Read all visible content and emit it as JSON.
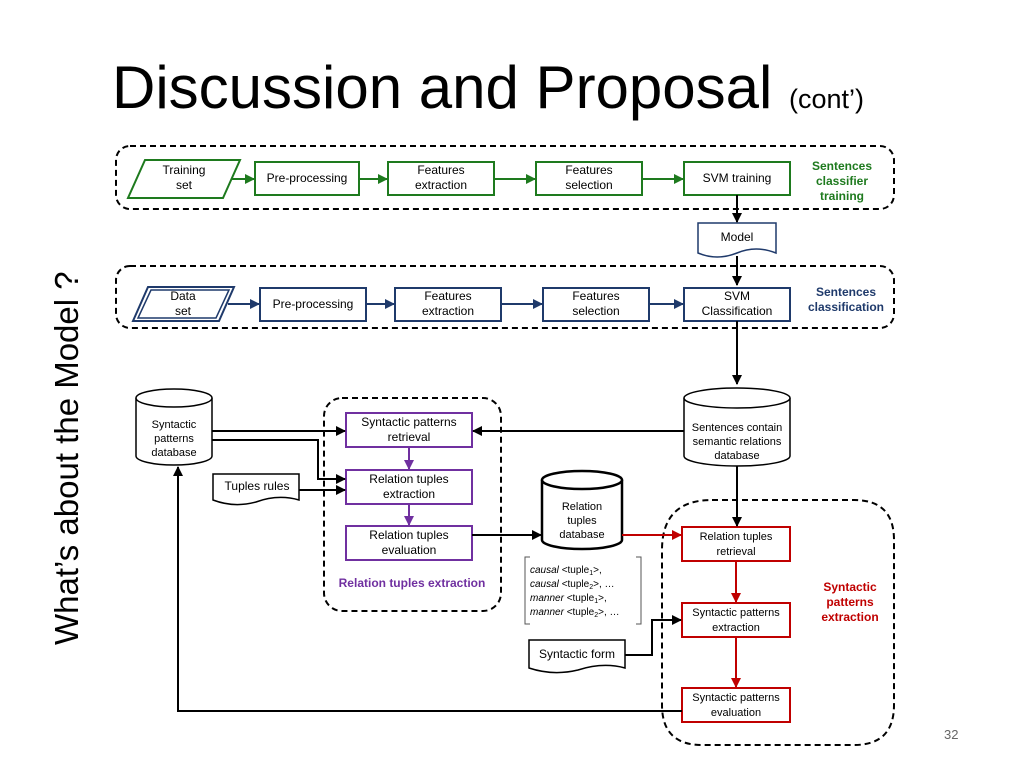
{
  "title": {
    "main": "Discussion and Proposal",
    "sub": "(cont’)"
  },
  "side_question": "What’s about the Model ?",
  "page_number": "32",
  "colors": {
    "training": "#1e7a1e",
    "classification": "#1f3a6b",
    "relation": "#7030a0",
    "syntactic": "#c00000"
  },
  "training": {
    "input": [
      "Training",
      "set"
    ],
    "preprocessing": "Pre-processing",
    "features_extraction": [
      "Features",
      "extraction"
    ],
    "features_selection": [
      "Features",
      "selection"
    ],
    "svm": "SVM training",
    "label": [
      "Sentences",
      "classifier",
      "training"
    ]
  },
  "model": "Model",
  "classification": {
    "input": [
      "Data",
      "set"
    ],
    "preprocessing": "Pre-processing",
    "features_extraction": [
      "Features",
      "extraction"
    ],
    "features_selection": [
      "Features",
      "selection"
    ],
    "svm": [
      "SVM",
      "Classification"
    ],
    "label": [
      "Sentences",
      "classification"
    ]
  },
  "syntactic_patterns_db": [
    "Syntactic",
    "patterns",
    "database"
  ],
  "sentences_db": [
    "Sentences contain",
    "semantic relations",
    "database"
  ],
  "tuples_rules": "Tuples rules",
  "relation_group": {
    "retrieval": [
      "Syntactic patterns",
      "retrieval"
    ],
    "extraction": [
      "Relation tuples",
      "extraction"
    ],
    "evaluation": [
      "Relation tuples",
      "evaluation"
    ],
    "label": "Relation tuples extraction"
  },
  "relation_tuples_db": [
    "Relation",
    "tuples",
    "database"
  ],
  "tuple_examples": [
    {
      "rel": "causal",
      "tuple": "<tuple",
      "sub": "1",
      "end": ">,"
    },
    {
      "rel": "causal",
      "tuple": "<tuple",
      "sub": "2",
      "end": ">, …"
    },
    {
      "rel": "manner",
      "tuple": "<tuple",
      "sub": "1",
      "end": ">,"
    },
    {
      "rel": "manner",
      "tuple": "<tuple",
      "sub": "2",
      "end": ">, …"
    }
  ],
  "syntactic_form": "Syntactic form",
  "syntactic_group": {
    "retrieval": [
      "Relation tuples",
      "retrieval"
    ],
    "extraction": [
      "Syntactic patterns",
      "extraction"
    ],
    "evaluation": [
      "Syntactic patterns",
      "evaluation"
    ],
    "label": [
      "Syntactic",
      "patterns",
      "extraction"
    ]
  }
}
